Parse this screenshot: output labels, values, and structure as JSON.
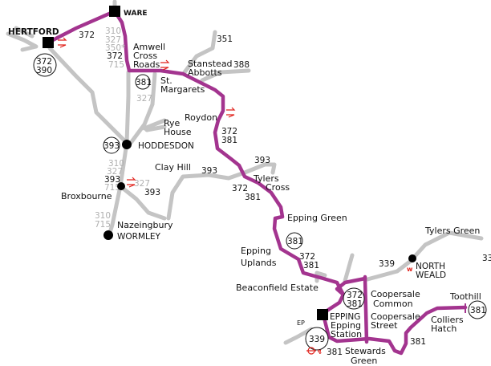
{
  "colors": {
    "route": "#a3348f",
    "road": "#c4c4c4",
    "rail": "#e0201a"
  },
  "towns": {
    "hertford": "HERTFORD",
    "ware": "WARE",
    "hoddesdon": "HODDESDON",
    "wormley": "WORMLEY",
    "north_weald": [
      "NORTH",
      "WEALD"
    ],
    "epping": "EPPING"
  },
  "places": {
    "amwell": [
      "Amwell",
      "Cross",
      "Roads"
    ],
    "stanstead": [
      "Stanstead",
      "Abbotts"
    ],
    "st_margarets": [
      "St.",
      "Margarets"
    ],
    "roydon": "Roydon",
    "rye_house": [
      "Rye",
      "House"
    ],
    "clay_hill": "Clay Hill",
    "tylers_cross": [
      "Tylers",
      "Cross"
    ],
    "broxbourne": "Broxbourne",
    "nazeingbury": "Nazeingbury",
    "epping_green": "Epping Green",
    "epping_uplands": [
      "Epping",
      "Uplands"
    ],
    "tylers_green": "Tylers Green",
    "beaconfield": "Beaconfield Estate",
    "coopersale_common": [
      "Coopersale",
      "Common"
    ],
    "coopersale_street": [
      "Coopersale",
      "Street"
    ],
    "epping_station": [
      "Epping",
      "Station"
    ],
    "toothill": "Toothill",
    "colliers_hatch": [
      "Colliers",
      "Hatch"
    ],
    "stewards_green": [
      "Stewards",
      "Green"
    ],
    "ep": "EP"
  },
  "route_labels": {
    "r372a": "372",
    "ware_grey": [
      "310",
      "327",
      "350*"
    ],
    "ware_372": "372",
    "ware_715": "715",
    "r351": "351",
    "r388": "388",
    "grey327": "327",
    "roydon": [
      "372",
      "381"
    ],
    "r393a": "393",
    "r393b": "393",
    "brox_grey": [
      "310",
      "327"
    ],
    "brox_393": "393",
    "brox_715": "715",
    "brox_327": "327",
    "brox_393b": "393",
    "wormley_grey": [
      "310",
      "715"
    ],
    "tylers": [
      "372",
      "381"
    ],
    "uplands": [
      "372",
      "381"
    ],
    "r339": "339",
    "r33": "33",
    "stewards381": "381",
    "colliers381": "381"
  },
  "route_badges": {
    "hertford": [
      "372",
      "390"
    ],
    "amwell": "381",
    "hoddesdon": "393",
    "epping_green": "381",
    "coopersale": [
      "372",
      "381"
    ],
    "epping": "339",
    "toothill": "381"
  }
}
